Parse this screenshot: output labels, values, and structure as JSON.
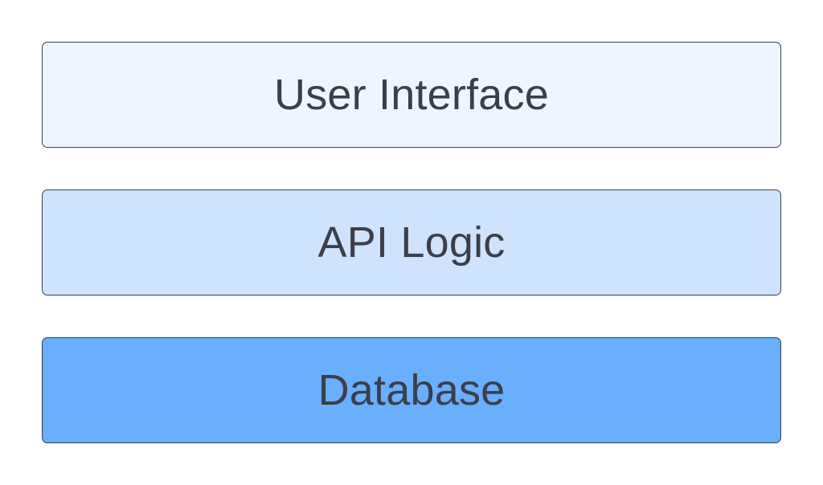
{
  "diagram": {
    "layers": [
      {
        "label": "User Interface",
        "fill": "#eff5ff"
      },
      {
        "label": "API Logic",
        "fill": "#cfe3fe"
      },
      {
        "label": "Database",
        "fill": "#6aaefe"
      }
    ],
    "border_color": "#3c4048",
    "text_color": "#3a3f4b"
  }
}
